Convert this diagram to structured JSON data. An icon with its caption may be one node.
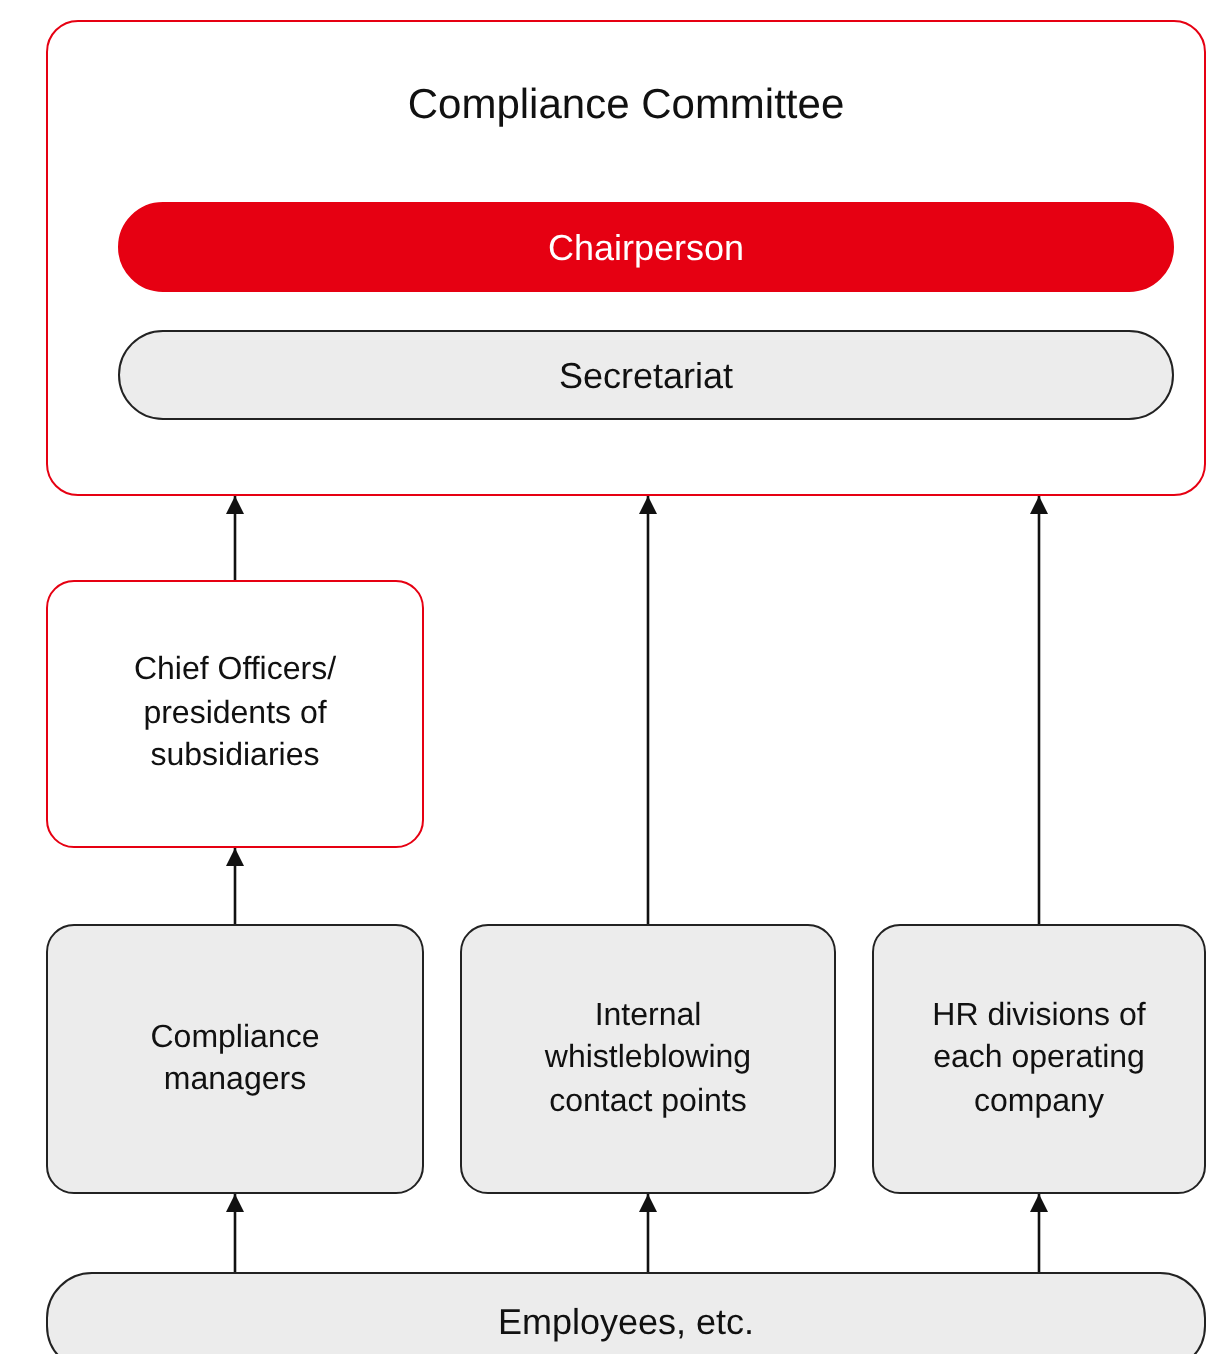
{
  "diagram": {
    "nodes": [
      {
        "text": [
          "Compliance Committee"
        ]
      },
      {
        "text": [
          "Chairperson"
        ],
        "in": 0
      },
      {
        "text": [
          "Secretariat"
        ],
        "in": 0
      },
      {
        "text": [
          "Chief Officers/ presidents of subsidiaries"
        ]
      },
      {
        "text": [
          "Compliance managers"
        ]
      },
      {
        "text": [
          "Internal whistleblowing contact points"
        ]
      },
      {
        "text": [
          "HR divisions of each operating company"
        ]
      },
      {
        "text": [
          "Employees, etc."
        ]
      }
    ],
    "edges": [
      {
        "from": 7,
        "to": 4,
        "arrow": "to"
      },
      {
        "from": 7,
        "to": 5,
        "arrow": "to"
      },
      {
        "from": 7,
        "to": 6,
        "arrow": "to"
      },
      {
        "from": 4,
        "to": 3,
        "arrow": "to"
      },
      {
        "from": 3,
        "to": 0,
        "arrow": "to"
      },
      {
        "from": 5,
        "to": 0,
        "arrow": "to"
      },
      {
        "from": 6,
        "to": 0,
        "arrow": "to"
      }
    ]
  }
}
